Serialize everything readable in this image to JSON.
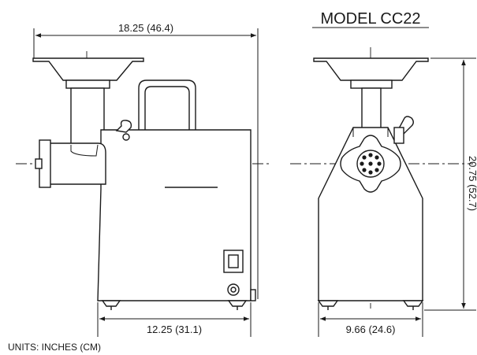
{
  "model_title": "MODEL CC22",
  "units_note": "UNITS: INCHES (CM)",
  "dimensions": {
    "overall_length": "18.25  (46.4)",
    "base_length": "12.25  (31.1)",
    "base_width": "9.66  (24.6)",
    "overall_height": "20.75  (52.7)"
  },
  "colors": {
    "line": "#1a1a1a",
    "background": "#ffffff"
  }
}
